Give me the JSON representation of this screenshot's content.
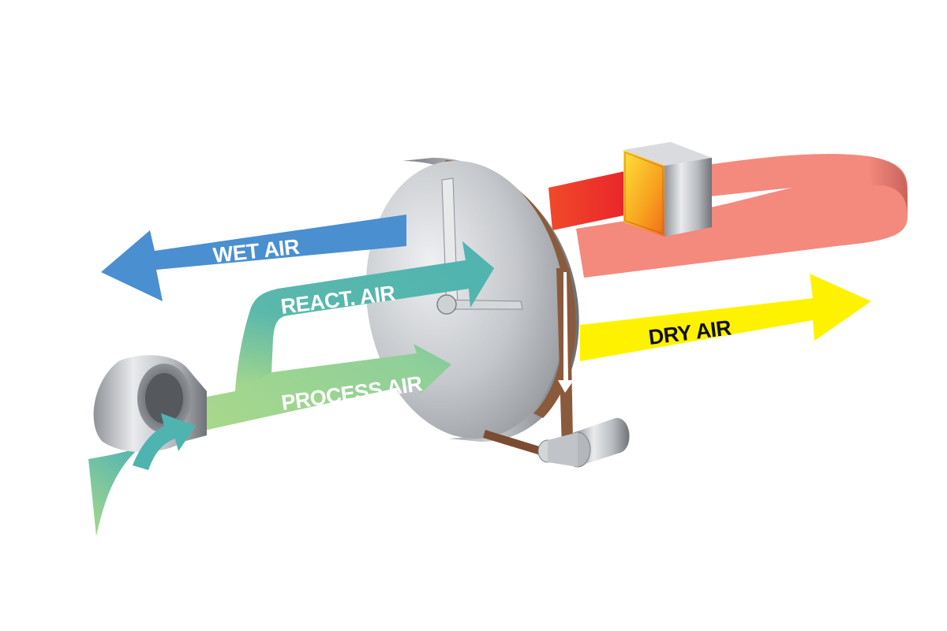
{
  "labels": {
    "wet_air": "WET AIR",
    "react_air": "REACT. AIR",
    "process_air": "PROCESS AIR",
    "dry_air": "DRY AIR"
  },
  "colors": {
    "wet_air": "#4a8fd0",
    "react_air": "#4fb3b0",
    "process_air": "#a9d98a",
    "dry_air": "#fff200",
    "heated_air": "#f4897d",
    "heater": "#f28c1e",
    "hot_duct": "#e8282b",
    "belt": "#8a5a3c",
    "metal": "#b8bcc0"
  },
  "icons": {
    "fan": "centrifugal-fan-icon",
    "heater": "heater-box-icon",
    "rotor": "desiccant-rotor-icon",
    "motor": "drive-motor-icon"
  }
}
